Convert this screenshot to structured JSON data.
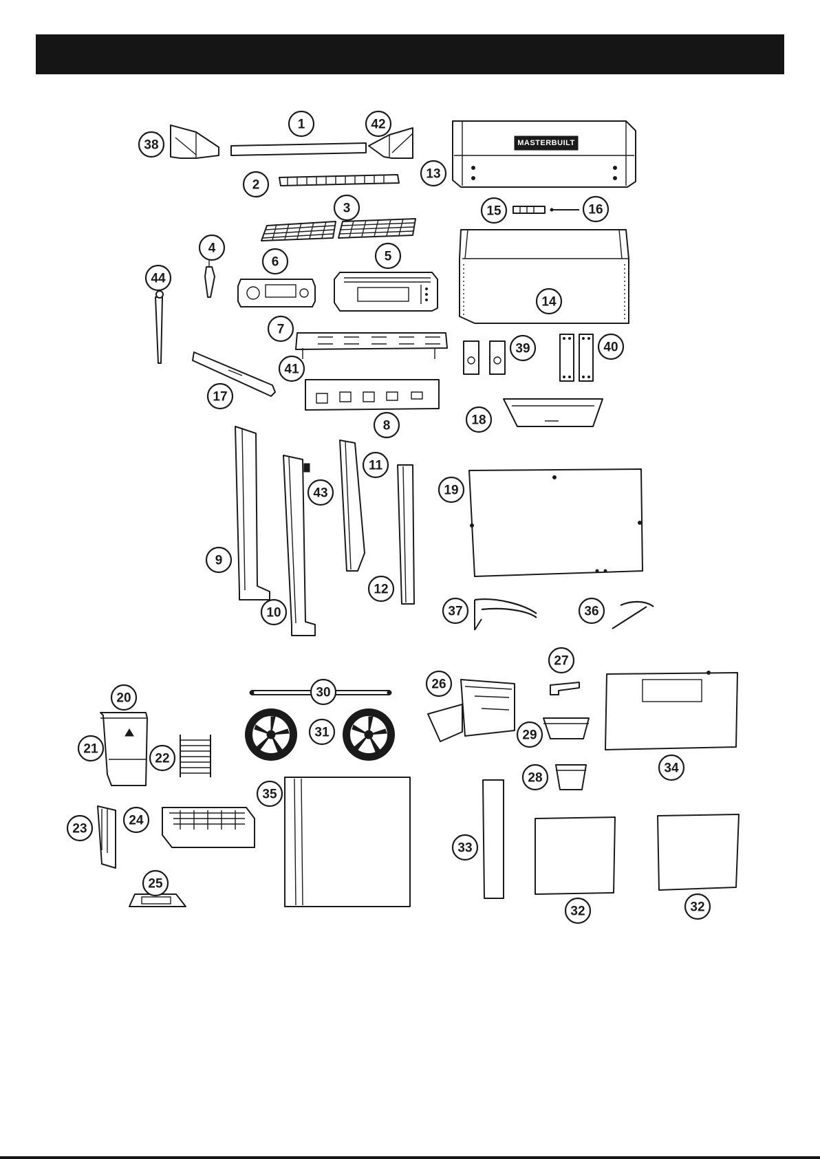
{
  "header": {
    "bar_color": "#151515"
  },
  "brand": {
    "logo_text": "MASTERBUILT"
  },
  "callouts": {
    "c1": "1",
    "c2": "2",
    "c3": "3",
    "c4": "4",
    "c5": "5",
    "c6": "6",
    "c7": "7",
    "c8": "8",
    "c9": "9",
    "c10": "10",
    "c11": "11",
    "c12": "12",
    "c13": "13",
    "c14": "14",
    "c15": "15",
    "c16": "16",
    "c17": "17",
    "c18": "18",
    "c19": "19",
    "c20": "20",
    "c21": "21",
    "c22": "22",
    "c23": "23",
    "c24": "24",
    "c25": "25",
    "c26": "26",
    "c27": "27",
    "c28": "28",
    "c29": "29",
    "c30": "30",
    "c31": "31",
    "c32a": "32",
    "c32b": "32",
    "c33": "33",
    "c34": "34",
    "c35": "35",
    "c36": "36",
    "c37": "37",
    "c38": "38",
    "c39": "39",
    "c40": "40",
    "c41": "41",
    "c42": "42",
    "c43": "43",
    "c44": "44"
  }
}
